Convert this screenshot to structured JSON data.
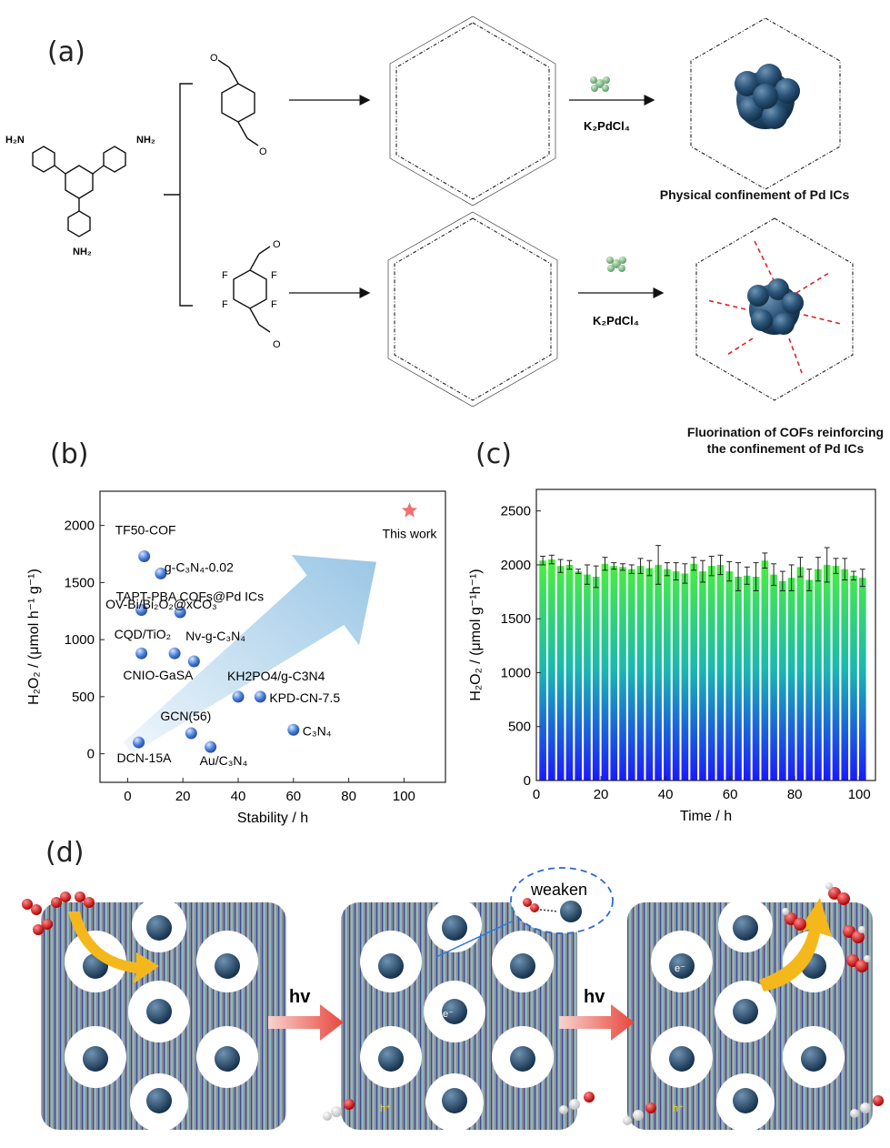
{
  "panels": {
    "a": "(a)",
    "b": "(b)",
    "c": "(c)",
    "d": "(d)"
  },
  "panel_a": {
    "amine_labels": [
      "H₂N",
      "NH₂",
      "NH₂"
    ],
    "reagent_top": "K₂PdCl₄",
    "reagent_bottom": "K₂PdCl₄",
    "caption_top": "Physical confinement of Pd ICs",
    "caption_bottom": "Fluorination of COFs reinforcing the confinement of Pd ICs",
    "atom_F": "F",
    "atom_N": "N",
    "atom_O": "O"
  },
  "panel_d": {
    "arrow_label_1": "hv",
    "arrow_label_2": "hv",
    "bubble_label": "weaken",
    "electron": "e⁻",
    "hole": "h⁺"
  },
  "chart_data": [
    {
      "type": "scatter",
      "panel": "b",
      "xlabel": "Stability / h",
      "ylabel": "H₂O₂ / (μmol h⁻¹ g⁻¹)",
      "xlim": [
        -10,
        115
      ],
      "ylim": [
        -250,
        2300
      ],
      "xticks": [
        0,
        20,
        40,
        60,
        80,
        100
      ],
      "yticks": [
        0,
        500,
        1000,
        1500,
        2000
      ],
      "grid": false,
      "points": [
        {
          "name": "TF50-COF",
          "x": 6,
          "y": 1730
        },
        {
          "name": "g-C₃N₄-0.02",
          "x": 12,
          "y": 1580
        },
        {
          "name": "TAPT-PBA COFs@Pd ICs",
          "x": 5,
          "y": 1260
        },
        {
          "name": "OV-Bi/Bi₂O₂@xCO₃",
          "x": 19,
          "y": 1240
        },
        {
          "name": "CQD/TiO₂",
          "x": 5,
          "y": 880
        },
        {
          "name": "Nv-g-C₃N₄",
          "x": 17,
          "y": 880
        },
        {
          "name": "CNIO-GaSA",
          "x": 24,
          "y": 810
        },
        {
          "name": "KH2PO4/g-C3N4",
          "x": 40,
          "y": 500
        },
        {
          "name": "KPD-CN-7.5",
          "x": 48,
          "y": 500
        },
        {
          "name": "GCN(56)",
          "x": 23,
          "y": 180
        },
        {
          "name": "C₃N₄",
          "x": 60,
          "y": 210
        },
        {
          "name": "DCN-15A",
          "x": 4,
          "y": 100
        },
        {
          "name": "Au/C₃N₄",
          "x": 30,
          "y": 60
        }
      ],
      "highlight": {
        "name": "This work",
        "x": 102,
        "y": 2130,
        "marker": "star",
        "color": "#f07070"
      },
      "trend_arrow": {
        "from": [
          0,
          50
        ],
        "to": [
          90,
          1680
        ],
        "color": "#a9cfe8"
      }
    },
    {
      "type": "bar",
      "panel": "c",
      "xlabel": "Time / h",
      "ylabel": "H₂O₂ / (μmol g⁻¹h⁻¹)",
      "xlim": [
        0,
        105
      ],
      "ylim": [
        0,
        2700
      ],
      "xticks": [
        0,
        20,
        40,
        60,
        80,
        100
      ],
      "yticks": [
        0,
        500,
        1000,
        1500,
        2000,
        2500
      ],
      "grid": false,
      "gradient": [
        "#1a1aff",
        "#19b8b0",
        "#4cf03c"
      ],
      "values": [
        2040,
        2050,
        1990,
        2000,
        1940,
        1910,
        1890,
        2010,
        1990,
        1980,
        1960,
        1990,
        1970,
        2000,
        1960,
        1940,
        1920,
        2010,
        1940,
        1990,
        2000,
        1940,
        1890,
        1900,
        1890,
        2040,
        1910,
        1850,
        1880,
        1980,
        1860,
        1960,
        2000,
        1990,
        1960,
        1900,
        1880
      ],
      "errors": [
        40,
        40,
        60,
        40,
        20,
        90,
        100,
        60,
        30,
        30,
        40,
        70,
        70,
        180,
        60,
        80,
        90,
        60,
        100,
        90,
        90,
        90,
        130,
        80,
        130,
        70,
        100,
        90,
        120,
        90,
        100,
        110,
        160,
        70,
        100,
        40,
        80
      ]
    }
  ]
}
